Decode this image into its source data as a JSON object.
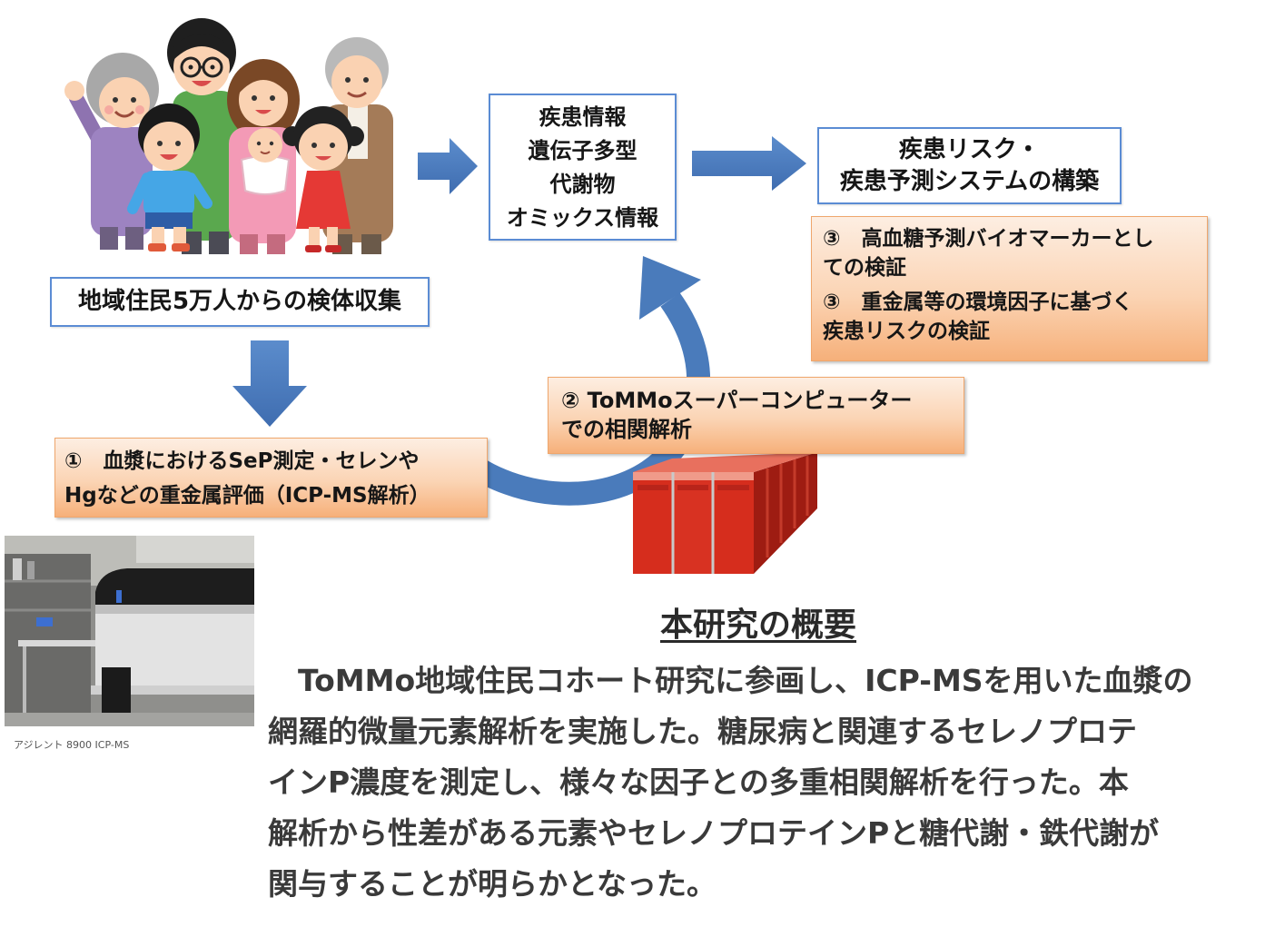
{
  "sample_collection": {
    "label": "地域住民5万人からの検体収集"
  },
  "data_box": {
    "lines": [
      "疾患情報",
      "遺伝子多型",
      "代謝物",
      "オミックス情報"
    ]
  },
  "risk_box": {
    "lines": [
      "疾患リスク・",
      "疾患予測システムの構築"
    ]
  },
  "step1": {
    "lines": [
      "①　血漿におけるSeP測定・セレンや",
      "Hgなどの重金属評価（ICP-MS解析）"
    ]
  },
  "step2": {
    "lines": [
      "② ToMMoスーパーコンピューター",
      "での相関解析"
    ]
  },
  "step3": {
    "lines": [
      "③　高血糖予測バイオマーカーとし",
      "ての検証",
      "③　重金属等の環境因子に基づく",
      "疾患リスクの検証"
    ]
  },
  "photo": {
    "caption": "アジレント 8900 ICP-MS"
  },
  "summary": {
    "title": "本研究の概要",
    "lines": [
      "　ToMMo地域住民コホート研究に参画し、ICP-MSを用いた血漿の",
      "網羅的微量元素解析を実施した。糖尿病と関連するセレノプロテ",
      "インP濃度を測定し、様々な因子との多重相関解析を行った。本",
      "解析から性差がある元素やセレノプロテインPと糖代謝・鉄代謝が",
      "関与することが明らかとなった。"
    ]
  },
  "illustrations": {
    "family": "family-illustration",
    "instrument": "icp-ms-instrument-photo",
    "computer": "supercomputer-racks-icon",
    "arrows": "block-arrow-icon",
    "cycle": "curved-arrow-icon"
  },
  "colors": {
    "arrow_blue": "#4f7fc0",
    "box_border": "#5b8cd4",
    "orange_top": "#fdeee2",
    "orange_bottom": "#f6b07a",
    "rack_red": "#d62d1d"
  }
}
